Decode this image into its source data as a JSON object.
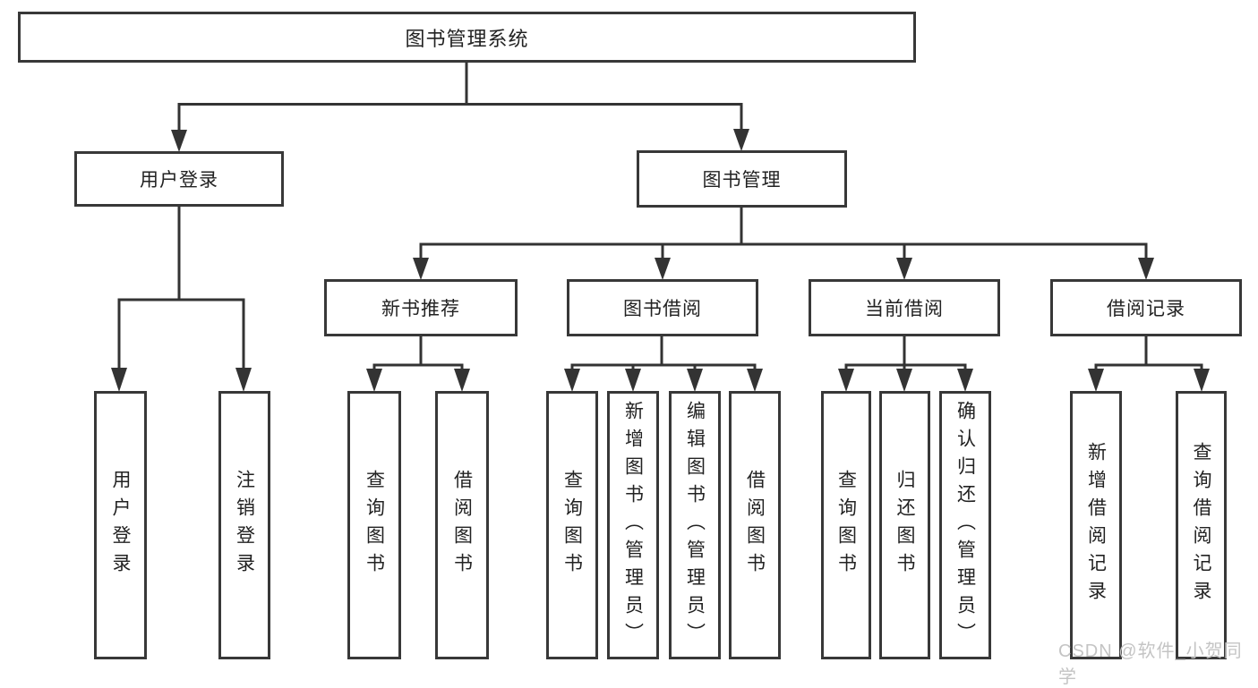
{
  "diagram_title": "图书管理系统",
  "colors": {
    "line": "#333333",
    "box_border": "#383838",
    "text": "#222222",
    "background": "#ffffff",
    "watermark": "#c4c4c4"
  },
  "tree": {
    "root": "图书管理系统",
    "login_branch": {
      "label": "用户登录",
      "children": [
        "用户登录",
        "注销登录"
      ]
    },
    "mgmt_branch": {
      "label": "图书管理",
      "modules": [
        {
          "label": "新书推荐",
          "children": [
            "查询图书",
            "借阅图书"
          ]
        },
        {
          "label": "图书借阅",
          "children": [
            "查询图书",
            "新增图书（管理员）",
            "编辑图书（管理员）",
            "借阅图书"
          ]
        },
        {
          "label": "当前借阅",
          "children": [
            "查询图书",
            "归还图书",
            "确认归还（管理员）"
          ]
        },
        {
          "label": "借阅记录",
          "children": [
            "新增借阅记录",
            "查询借阅记录"
          ]
        }
      ]
    }
  },
  "watermark": {
    "text": "CSDN @软件_小贺同学"
  }
}
